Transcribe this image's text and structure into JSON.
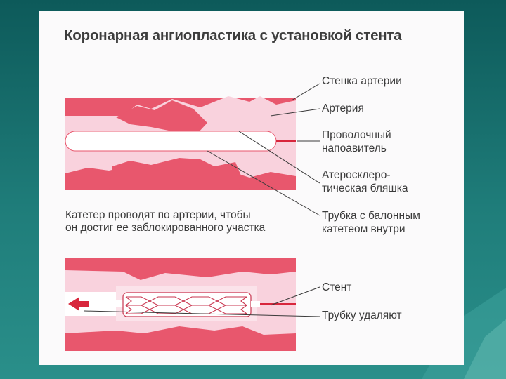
{
  "title": "Коронарная ангиопластика с установкой стента",
  "labels": {
    "artery_wall": "Стенка артерии",
    "artery": "Артерия",
    "guidewire_line1": "Проволочный",
    "guidewire_line2": "напоавитель",
    "plaque_line1": "Атеросклеро-",
    "plaque_line2": "тическая бляшка",
    "balloon_tube_line1": "Трубка с балонным",
    "balloon_tube_line2": "катетеом внутри",
    "stent": "Стент",
    "tube_removed": "Трубку удаляют"
  },
  "caption_line1": "Катетер проводят по артерии, чтобы",
  "caption_line2": "он достиг ее заблокированного участка",
  "colors": {
    "artery_wall": "#e8576d",
    "artery_lumen": "#f9d2dd",
    "plaque": "#e8576d",
    "catheter": "#ffffff",
    "arrow": "#d8263c",
    "background_teal": "#1f7d7a"
  },
  "icons": {
    "direction_arrow": "arrow-left-icon"
  }
}
